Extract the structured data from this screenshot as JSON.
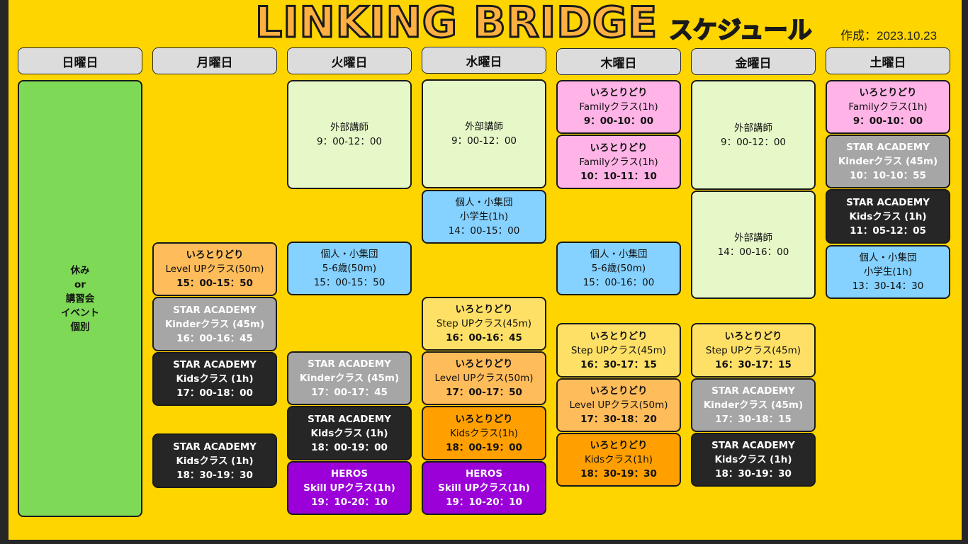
{
  "header": {
    "title": "LINKING BRIDGE",
    "subtitle": "スケジュール",
    "created": "作成：2023.10.23"
  },
  "days": [
    "日曜日",
    "月曜日",
    "火曜日",
    "水曜日",
    "木曜日",
    "金曜日",
    "土曜日"
  ],
  "colors": {
    "background": "#FFD500",
    "day_header": "#DCDCDC",
    "rest": "#7ED957",
    "external": "#E6F8C8",
    "family": "#FFB3E6",
    "individual": "#85D1FF",
    "level_up": "#FFBC5A",
    "step_up": "#FFE066",
    "kids_orange": "#FF9F00",
    "star_kinder": "#A6A6A6",
    "star_kids": "#262626",
    "heros": "#9B00D9"
  },
  "schedule": {
    "sun": [
      {
        "lines": [
          "休み",
          "or",
          "講習会",
          "イベント",
          "個別"
        ]
      }
    ],
    "mon": [
      {
        "lines": [
          "いろとりどり",
          "Level UPクラス(50m)",
          "15：00-15：50"
        ]
      },
      {
        "lines": [
          "STAR ACADEMY",
          "Kinderクラス (45m)",
          "16：00-16：45"
        ]
      },
      {
        "lines": [
          "STAR ACADEMY",
          "Kidsクラス (1h)",
          "17：00-18：00"
        ]
      },
      {
        "lines": [
          "STAR ACADEMY",
          "Kidsクラス (1h)",
          "18：30-19：30"
        ]
      }
    ],
    "tue": [
      {
        "lines": [
          "外部講師",
          "9：00-12：00"
        ]
      },
      {
        "lines": [
          "個人・小集団",
          "5-6歳(50m)",
          "15：00-15：50"
        ]
      },
      {
        "lines": [
          "STAR ACADEMY",
          "Kinderクラス (45m)",
          "17：00-17：45"
        ]
      },
      {
        "lines": [
          "STAR ACADEMY",
          "Kidsクラス (1h)",
          "18：00-19：00"
        ]
      },
      {
        "lines": [
          "HEROS",
          "Skill UPクラス(1h)",
          "19：10-20：10"
        ]
      }
    ],
    "wed": [
      {
        "lines": [
          "外部講師",
          "9：00-12：00"
        ]
      },
      {
        "lines": [
          "個人・小集団",
          "小学生(1h)",
          "14：00-15：00"
        ]
      },
      {
        "lines": [
          "いろとりどり",
          "Step UPクラス(45m)",
          "16：00-16：45"
        ]
      },
      {
        "lines": [
          "いろとりどり",
          "Level UPクラス(50m)",
          "17：00-17：50"
        ]
      },
      {
        "lines": [
          "いろとりどり",
          "Kidsクラス(1h)",
          "18：00-19：00"
        ]
      },
      {
        "lines": [
          "HEROS",
          "Skill UPクラス(1h)",
          "19：10-20：10"
        ]
      }
    ],
    "thu": [
      {
        "lines": [
          "いろとりどり",
          "Familyクラス(1h)",
          "9：00-10：00"
        ]
      },
      {
        "lines": [
          "いろとりどり",
          "Familyクラス(1h)",
          "10：10-11：10"
        ]
      },
      {
        "lines": [
          "個人・小集団",
          "5-6歳(50m)",
          "15：00-16：00"
        ]
      },
      {
        "lines": [
          "いろとりどり",
          "Step UPクラス(45m)",
          "16：30-17：15"
        ]
      },
      {
        "lines": [
          "いろとりどり",
          "Level UPクラス(50m)",
          "17：30-18：20"
        ]
      },
      {
        "lines": [
          "いろとりどり",
          "Kidsクラス(1h)",
          "18：30-19：30"
        ]
      }
    ],
    "fri": [
      {
        "lines": [
          "外部講師",
          "9：00-12：00"
        ]
      },
      {
        "lines": [
          "外部講師",
          "14：00-16：00"
        ]
      },
      {
        "lines": [
          "いろとりどり",
          "Step UPクラス(45m)",
          "16：30-17：15"
        ]
      },
      {
        "lines": [
          "STAR ACADEMY",
          "Kinderクラス (45m)",
          "17：30-18：15"
        ]
      },
      {
        "lines": [
          "STAR ACADEMY",
          "Kidsクラス (1h)",
          "18：30-19：30"
        ]
      }
    ],
    "sat": [
      {
        "lines": [
          "いろとりどり",
          "Familyクラス(1h)",
          "9：00-10：00"
        ]
      },
      {
        "lines": [
          "STAR ACADEMY",
          "Kinderクラス (45m)",
          "10：10-10：55"
        ]
      },
      {
        "lines": [
          "STAR ACADEMY",
          "Kidsクラス (1h)",
          "11：05-12：05"
        ]
      },
      {
        "lines": [
          "個人・小集団",
          "小学生(1h)",
          "13：30-14：30"
        ]
      }
    ]
  }
}
